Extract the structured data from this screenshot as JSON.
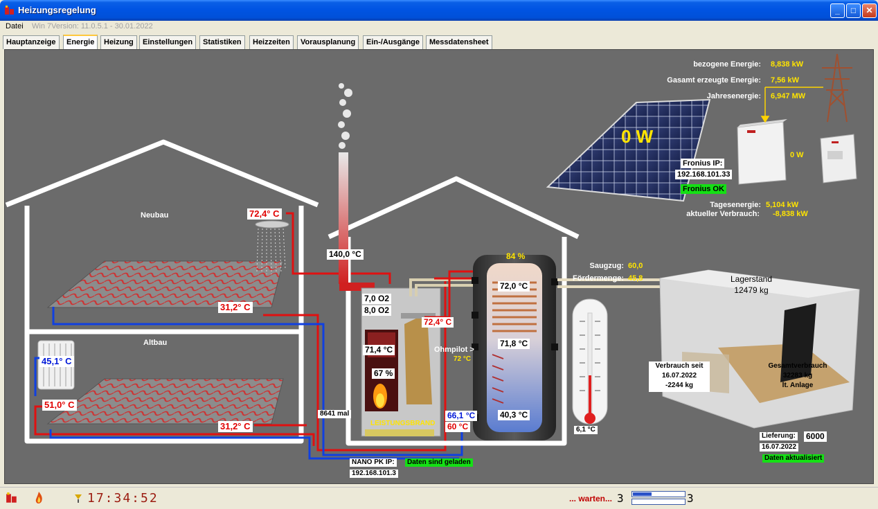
{
  "window": {
    "title": "Heizungsregelung"
  },
  "menu": {
    "datei": "Datei",
    "version": "Win 7Version: 11.0.5.1 - 30.01.2022"
  },
  "tabs": [
    {
      "label": "Hauptanzeige"
    },
    {
      "label": "Energie",
      "active": true
    },
    {
      "label": "Heizung"
    },
    {
      "label": "Einstellungen"
    },
    {
      "label": "Statistiken"
    },
    {
      "label": "Heizzeiten"
    },
    {
      "label": "Vorausplanung"
    },
    {
      "label": "Ein-/Ausgänge"
    },
    {
      "label": "Messdatensheet"
    }
  ],
  "energy": {
    "bezogene_label": "bezogene Energie:",
    "bezogene_value": "8,838 kW",
    "erzeugt_label": "Gasamt erzeugte Energie:",
    "erzeugt_value": "7,56 kW",
    "jahres_label": "Jahresenergie:",
    "jahres_value": "6,947 MW",
    "pv_power": "0 W",
    "fronius_ip_label": "Fronius IP:",
    "fronius_ip": "192.168.101.33",
    "fronius_status": "Fronius OK",
    "inverter2_power": "0 W",
    "tages_label": "Tagesenergie:",
    "tages_value": "5,104 kW",
    "verbrauch_label": "aktueller Verbrauch:",
    "verbrauch_value": "-8,838 kW"
  },
  "house": {
    "neubau_label": "Neubau",
    "neubau_shower_temp": "72,4° C",
    "neubau_floor_temp": "31,2° C",
    "altbau_label": "Altbau",
    "altbau_radiator_temp": "45,1° C",
    "altbau_supply_temp": "51,0° C",
    "altbau_floor_temp": "31,2° C"
  },
  "boiler": {
    "chimney_temp": "140,0 °C",
    "o2_1": "7,0 O2",
    "o2_2": "8,0 O2",
    "flow_temp": "72,4° C",
    "boiler_temp": "71,4 °C",
    "power_pct": "67 %",
    "mode": "LEISTUNGSBRAND",
    "starts": "8641 mal",
    "ohmpilot_label": "Ohmpilot >",
    "ohmpilot_temp": "72 °C",
    "return_blue_temp": "66,1 °C",
    "return_red_temp": "60 °C",
    "nano_label": "NANO PK IP:",
    "nano_ip": "192.168.101.3",
    "nano_status": "Daten sind geladen"
  },
  "tank": {
    "load_pct": "84 %",
    "top_temp": "72,0 °C",
    "mid_temp": "71,8 °C",
    "bottom_temp": "40,3 °C"
  },
  "outdoor": {
    "temp": "6,1 °C"
  },
  "pellets": {
    "saugzug_label": "Saugzug:",
    "saugzug_value": "60,0",
    "foerder_label": "Fördermenge:",
    "foerder_value": "45,8",
    "lagerstand_label": "Lagerstand",
    "lagerstand_value": "12479 kg",
    "verbrauch_seit_label": "Verbrauch seit",
    "verbrauch_seit_date": "16.07.2022",
    "verbrauch_seit_value": "-2244 kg",
    "gesamt_label": "Gesamtverbrauch",
    "gesamt_value": "32283 kg",
    "gesamt_note": "lt. Anlage",
    "lieferung_label": "Lieferung:",
    "lieferung_value": "6000",
    "lieferung_date": "16.07.2022",
    "lieferung_status": "Daten aktualisiert"
  },
  "status": {
    "clock": "17:34:52",
    "waiting": "... warten...",
    "counter1": "3",
    "counter2": "3",
    "progress_fraction": 0.35
  },
  "colors": {
    "supply": "#e01010",
    "return": "#1040e0",
    "pv_yellow": "#ffe400",
    "ok_green": "#14e014"
  }
}
